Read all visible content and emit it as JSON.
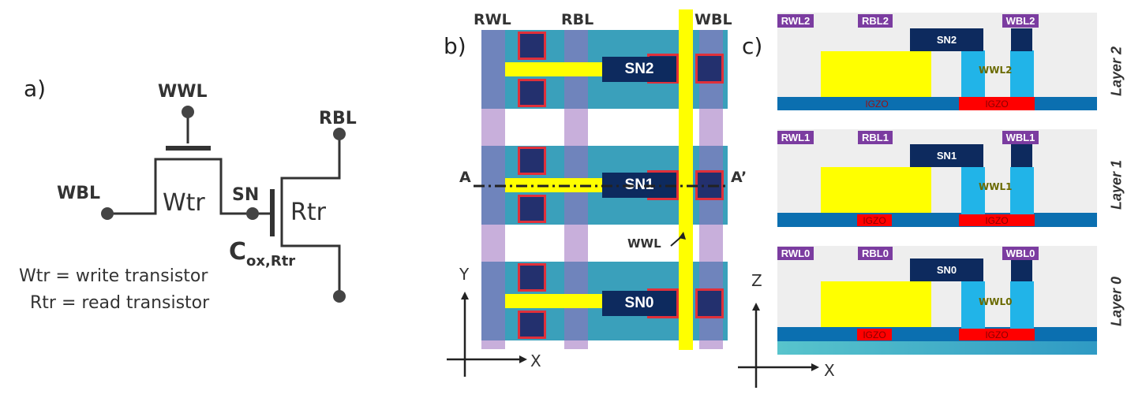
{
  "panel_a": {
    "label": "a)",
    "wwl": "WWL",
    "rbl": "RBL",
    "wbl": "WBL",
    "sn": "SN",
    "wtr": "Wtr",
    "rtr": "Rtr",
    "cox_main": "C",
    "cox_sub": "ox,Rtr",
    "legend_1": "Wtr = write transistor",
    "legend_2": "Rtr = read transistor"
  },
  "panel_b": {
    "label": "b)",
    "rwl": "RWL",
    "rbl": "RBL",
    "wbl": "WBL",
    "sn2": "SN2",
    "sn1": "SN1",
    "sn0": "SN0",
    "a": "A",
    "a_prime": "A’",
    "wwl": "WWL",
    "axis_y": "Y",
    "axis_x": "X"
  },
  "panel_c": {
    "label": "c)",
    "axis_z": "Z",
    "axis_x": "X",
    "layers": [
      {
        "name": "Layer 2",
        "rwl": "RWL2",
        "rbl": "RBL2",
        "wbl": "WBL2",
        "sn": "SN2",
        "wwl": "WWL2",
        "igzo_left": "IGZO",
        "igzo_right": "IGZO"
      },
      {
        "name": "Layer 1",
        "rwl": "RWL1",
        "rbl": "RBL1",
        "wbl": "WBL1",
        "sn": "SN1",
        "wwl": "WWL1",
        "igzo_left": "IGZO",
        "igzo_right": "IGZO"
      },
      {
        "name": "Layer 0",
        "rwl": "RWL0",
        "rbl": "RBL0",
        "wbl": "WBL0",
        "sn": "SN0",
        "wwl": "WWL0",
        "igzo_left": "IGZO",
        "igzo_right": "IGZO"
      }
    ]
  },
  "colors": {
    "yellow": "#ffff00",
    "navy": "#0d2a5e",
    "igzo_red": "#ff0000",
    "teal": "#3aa0bb",
    "purple": "#7b3ca0",
    "cyan": "#21b4e8"
  }
}
